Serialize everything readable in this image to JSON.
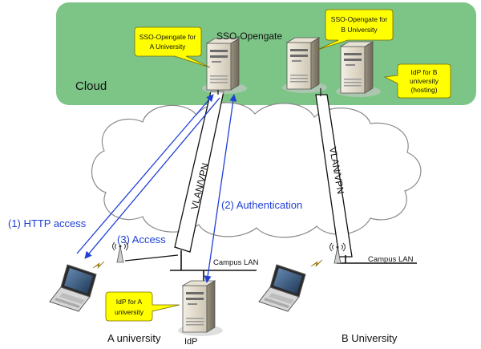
{
  "cloud": {
    "label": "Cloud"
  },
  "sso_opengate": {
    "label": "SSO-Opengate"
  },
  "callouts": {
    "sso_a": [
      "SSO-Opengate for",
      "A University"
    ],
    "sso_b": [
      "SSO-Opengate for",
      "B University"
    ],
    "idp_b": [
      "IdP for B",
      "university",
      "(hosting)"
    ],
    "idp_a": [
      "IdP for A",
      "university"
    ]
  },
  "tunnels": {
    "a": "VLAN/VPN",
    "b": "VLAN/VPN"
  },
  "flows": {
    "http_access": "(1) HTTP access",
    "authentication": "(2) Authentication",
    "access": "(3) Access"
  },
  "campus": {
    "a_lan": "Campus LAN",
    "b_lan": "Campus LAN"
  },
  "sites": {
    "a": "A university",
    "b": "B University",
    "idp": "IdP"
  },
  "colors": {
    "cloud_green": "#7dc487",
    "flow_blue": "#1f3fd6",
    "callout_yellow": "#ffff00"
  }
}
